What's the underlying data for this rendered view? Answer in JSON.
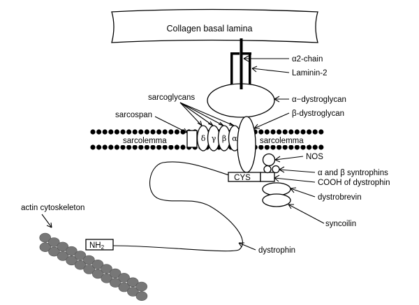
{
  "labels": {
    "basal_lamina": "Collagen basal lamina",
    "alpha2_chain": "α2-chain",
    "laminin2": "Laminin-2",
    "alpha_dystroglycan": "α−dystroglycan",
    "beta_dystroglycan": "β-dystroglycan",
    "sarcoglycans": "sarcoglycans",
    "sarcospan": "sarcospan",
    "sarcolemma_left": "sarcolemma",
    "sarcolemma_right": "sarcolemma",
    "nos": "NOS",
    "syntrophins": "α and β syntrophins",
    "cooh": "COOH of dystrophin",
    "dystrobrevin": "dystrobrevin",
    "syncoilin": "syncoilin",
    "actin": "actin cytoskeleton",
    "dystrophin": "dystrophin",
    "cys": "CYS",
    "nh2_main": "NH",
    "nh2_sub": "2"
  },
  "greek": {
    "delta": "δ",
    "gamma": "γ",
    "beta": "β",
    "alpha": "α"
  },
  "colors": {
    "line": "#000000",
    "actin": "#777777"
  }
}
